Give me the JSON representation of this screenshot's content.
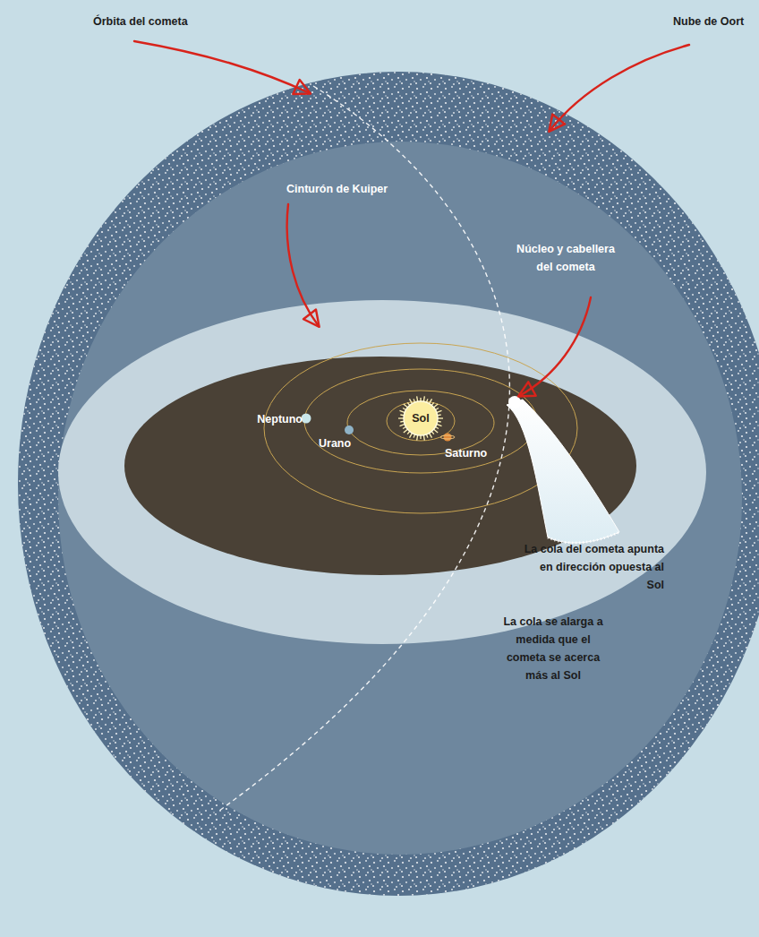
{
  "diagram": {
    "nodes": [
      {
        "text": [
          "Sol"
        ]
      }
    ],
    "labels": [
      "Órbita del cometa",
      "Nube de Oort",
      "Cinturón de Kuiper",
      "Núcleo y cabellera del cometa",
      "Neptuno",
      "Urano",
      "Saturno",
      "La cola del cometa apunta en dirección opuesta al Sol",
      "La cola se alarga a medida que el cometa se acerca más al Sol"
    ]
  }
}
